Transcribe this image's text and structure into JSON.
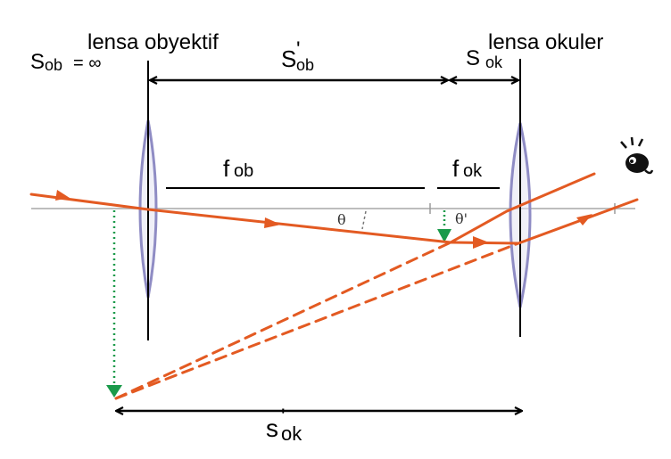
{
  "labels": {
    "objective_lens": "lensa obyektif",
    "eyepiece_lens": "lensa okuler",
    "s_ob_main": "S",
    "s_ob_sub": "ob",
    "s_ob_value": "= ∞",
    "s_ob_prime_main": "S",
    "s_ob_prime_mark": "'",
    "s_ob_prime_sub": "ob",
    "s_ok_main": "S",
    "s_ok_sub": "ok",
    "f_ob_main": "f",
    "f_ob_sub": "ob",
    "f_ok_main": "f",
    "f_ok_sub": "ok",
    "theta": "θ",
    "theta_prime": "θ'",
    "s_ok_prime_main": "s",
    "s_ok_prime_mark": "'",
    "s_ok_prime_sub": "ok"
  },
  "colors": {
    "ray": "#e35a22",
    "lens": "#8f8cc4",
    "axis": "#bdbdbd",
    "image_arrow": "#1a9a4a",
    "line": "#000000"
  },
  "icons": {
    "eye": "eye-icon"
  }
}
